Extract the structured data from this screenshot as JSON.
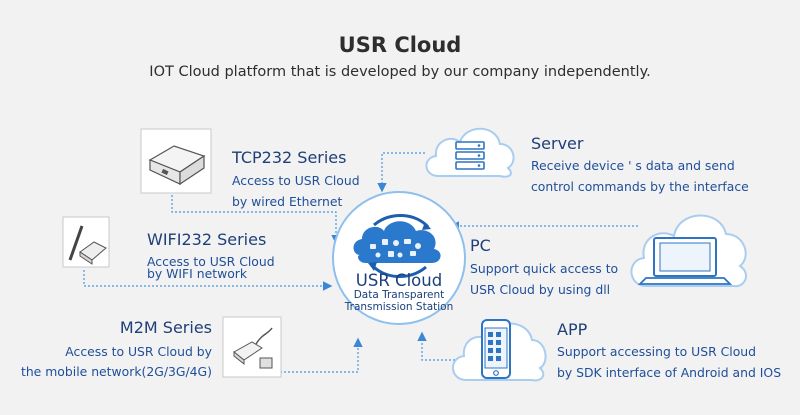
{
  "header": {
    "title": "USR Cloud",
    "subtitle": "IOT Cloud platform that is developed by our company independently."
  },
  "hub": {
    "name": "USR Cloud",
    "line1": "Data Transparent",
    "line2": "Transmission Station"
  },
  "nodes": {
    "tcp232": {
      "title": "TCP232 Series",
      "desc1": "Access to USR Cloud",
      "desc2": "by wired Ethernet",
      "icon": "ethernet-device-icon"
    },
    "wifi232": {
      "title": "WIFI232 Series",
      "desc1": "Access to USR Cloud",
      "desc2": "by WIFI network",
      "icon": "wifi-module-icon"
    },
    "m2m": {
      "title": "M2M Series",
      "desc1": "Access to USR Cloud by",
      "desc2": "the mobile network(2G/3G/4G)",
      "icon": "cellular-modem-icon"
    },
    "server": {
      "title": "Server",
      "desc1": "Receive device ' s data and send",
      "desc2": "control commands by the interface",
      "icon": "server-cloud-icon"
    },
    "pc": {
      "title": "PC",
      "desc1": "Support quick access to",
      "desc2": "USR Cloud by using dll",
      "icon": "laptop-cloud-icon"
    },
    "app": {
      "title": "APP",
      "desc1": "Support accessing to USR Cloud",
      "desc2": "by SDK interface of Android and IOS",
      "icon": "phone-cloud-icon"
    }
  },
  "colors": {
    "accent": "#4a8fd0",
    "hub": "#1f6fc5",
    "text": "#1f4f99"
  }
}
